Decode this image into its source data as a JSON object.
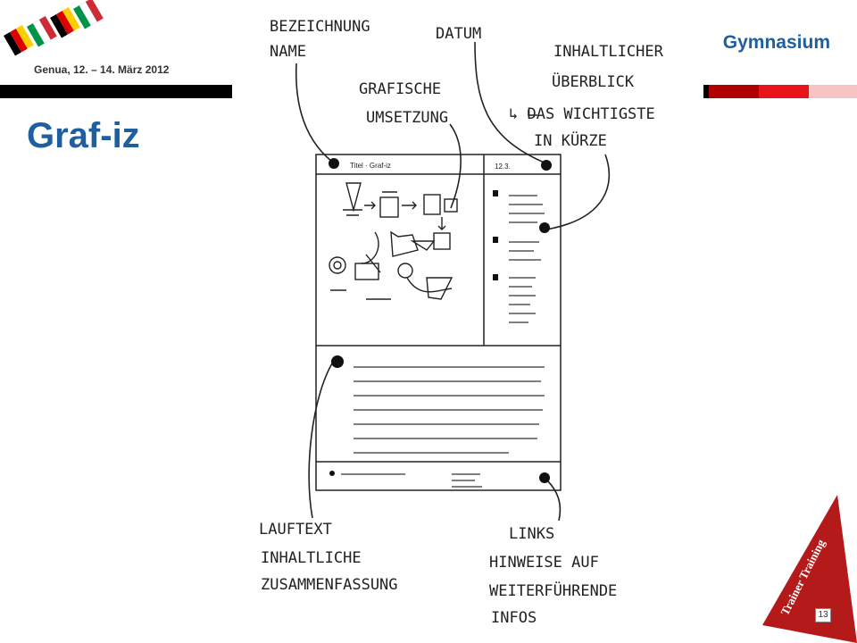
{
  "header": {
    "event_date": "Genua, 12. – 14. März 2012",
    "school": "Gymnasium",
    "flag_colors": [
      "#000000",
      "#dd0000",
      "#ffce00",
      "#009246",
      "#ffffff",
      "#ce2b37"
    ],
    "bar_colors": [
      "#000000",
      "#b10000",
      "#e8141a",
      "#f14444",
      "#f7c4c4"
    ]
  },
  "slide": {
    "title": "Graf-iz",
    "number": "13"
  },
  "sketch": {
    "labels": {
      "name_1": "BEZEICHNUNG",
      "name_2": "NAME",
      "datum": "DATUM",
      "overview_1": "INHALTLICHER",
      "overview_2": "ÜBERBLICK",
      "overview_3": "↳ DAS WICHTIGSTE",
      "overview_4": "IN KÜRZE",
      "graphic_1": "GRAFISCHE",
      "graphic_2": "UMSETZUNG",
      "text_1": "LAUFTEXT",
      "text_2": "INHALTLICHE",
      "text_3": "ZUSAMMENFASSUNG",
      "links_1": "LINKS",
      "links_2": "HINWEISE AUF",
      "links_3": "WEITERFÜHRENDE",
      "links_4": "INFOS"
    },
    "box": {
      "heading": "Titel · Graf-iz",
      "date": "12.3."
    }
  },
  "trainer": {
    "label": "Trainer Training",
    "color": "#b51a1a"
  }
}
